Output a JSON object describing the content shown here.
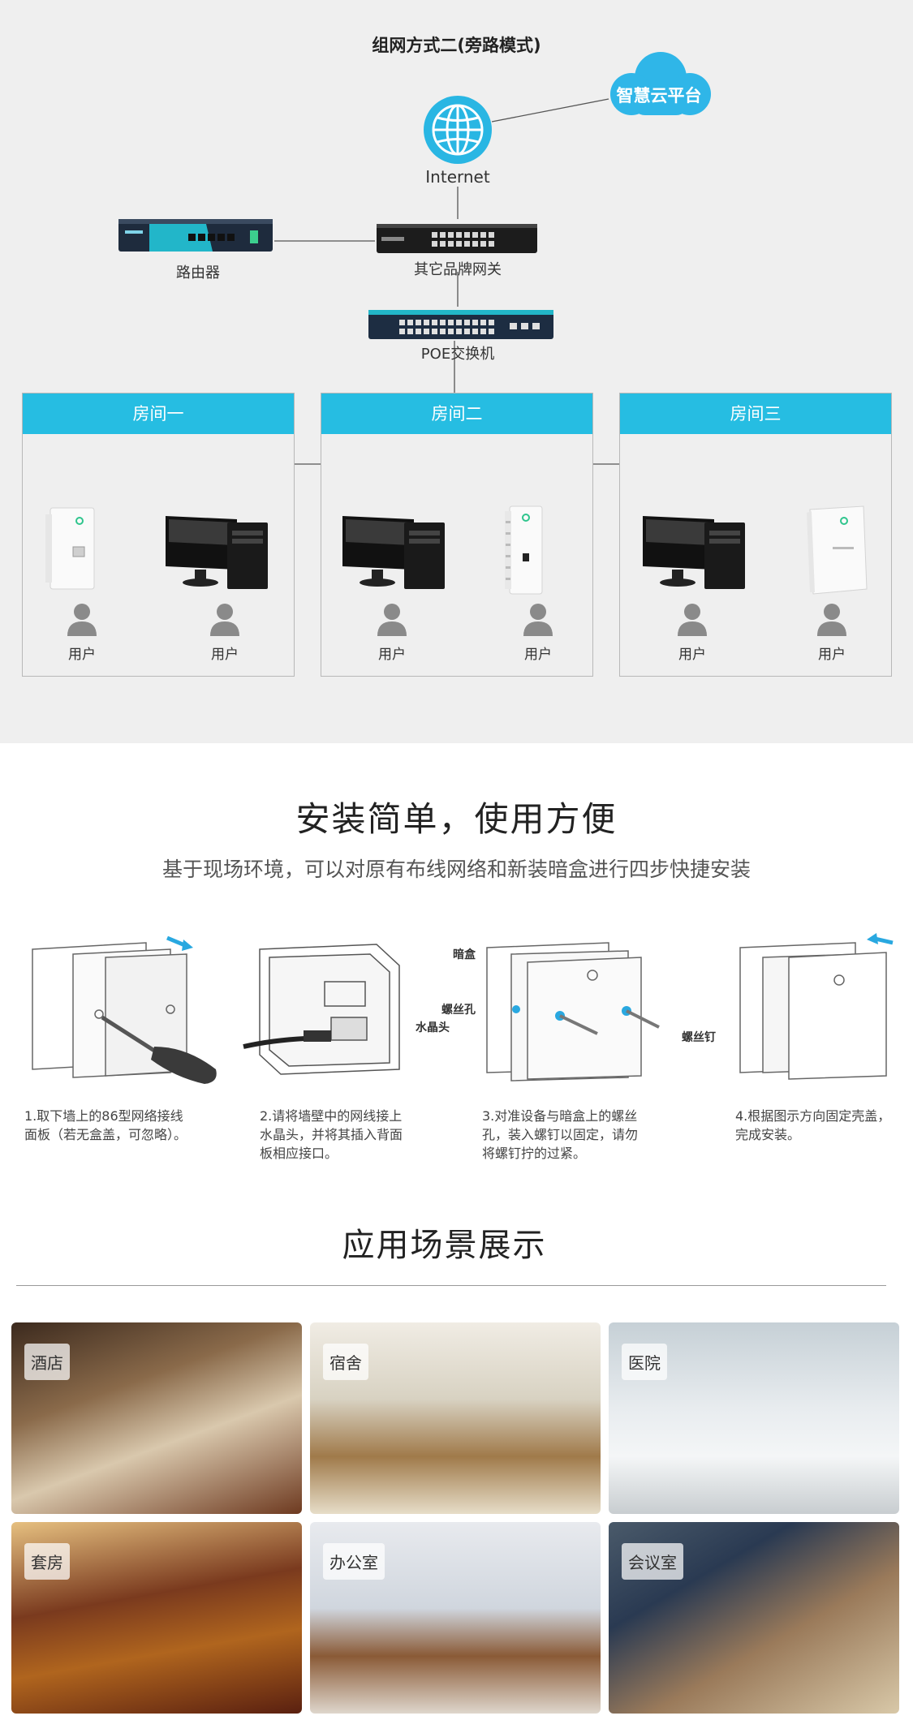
{
  "network": {
    "title": "组网方式二(旁路模式)",
    "cloud": "智慧云平台",
    "internet": "Internet",
    "router": "路由器",
    "gateway": "其它品牌网关",
    "poe_switch": "POE交换机",
    "rooms": [
      {
        "name": "房间一",
        "users": [
          "用户",
          "用户"
        ]
      },
      {
        "name": "房间二",
        "users": [
          "用户",
          "用户"
        ]
      },
      {
        "name": "房间三",
        "users": [
          "用户",
          "用户"
        ]
      }
    ],
    "colors": {
      "accent": "#26bde2",
      "background": "#efefef"
    }
  },
  "install": {
    "title": "安装简单，使用方便",
    "subtitle": "基于现场环境，可以对原有布线网络和新装暗盒进行四步快捷安装",
    "callouts": {
      "crystal_head": "水晶头",
      "dark_box": "暗盒",
      "screw_hole": "螺丝孔",
      "screw": "螺丝钉"
    },
    "steps": [
      {
        "lines": [
          "1.取下墙上的86型网络接线",
          "面板（若无盒盖，可忽略）。"
        ]
      },
      {
        "lines": [
          "2.请将墙壁中的网线接上",
          "水晶头，并将其插入背面",
          "板相应接口。"
        ]
      },
      {
        "lines": [
          "3.对准设备与暗盒上的螺丝",
          "孔，装入螺钉以固定，请勿",
          "将螺钉拧的过紧。"
        ]
      },
      {
        "lines": [
          "4.根据图示方向固定壳盖，",
          "完成安装。"
        ]
      }
    ]
  },
  "scenes": {
    "title": "应用场景展示",
    "items": [
      {
        "label": "酒店"
      },
      {
        "label": "宿舍"
      },
      {
        "label": "医院"
      },
      {
        "label": "套房"
      },
      {
        "label": "办公室"
      },
      {
        "label": "会议室"
      }
    ]
  }
}
